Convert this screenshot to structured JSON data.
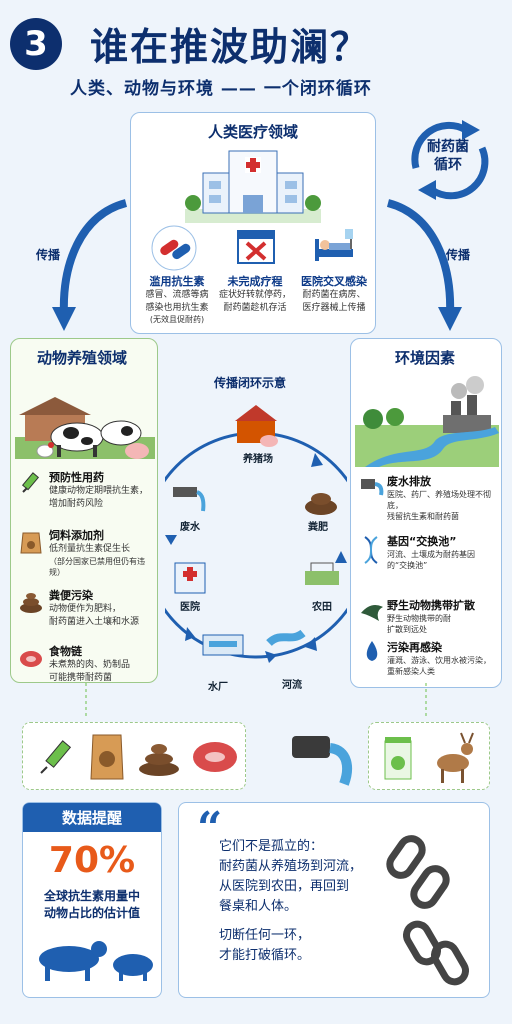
{
  "header": {
    "number": "3",
    "title": "谁在推波助澜？",
    "subtitle": "人类、动物与环境 —— 一个闭环循环"
  },
  "cycle_badge": {
    "line1": "耐药菌",
    "line2": "循环"
  },
  "arrows": {
    "left": "传播",
    "right": "传播"
  },
  "human": {
    "title": "人类医疗领域",
    "items": [
      {
        "title": "滥用抗生素",
        "desc1": "感冒、流感等病",
        "desc2": "感染也用抗生素",
        "note": "(无效且促耐药)"
      },
      {
        "title": "未完成疗程",
        "desc1": "症状好转就停药，",
        "desc2": "耐药菌趁机存活"
      },
      {
        "title": "医院交叉感染",
        "desc1": "耐药菌在病房、",
        "desc2": "医疗器械上传播"
      }
    ]
  },
  "animal": {
    "title": "动物养殖领域",
    "items": [
      {
        "title": "预防性用药",
        "desc1": "健康动物定期喂抗生素，",
        "desc2": "增加耐药风险"
      },
      {
        "title": "饲料添加剂",
        "desc1": "低剂量抗生素促生长",
        "desc2": "（部分国家已禁用但仍有违规）"
      },
      {
        "title": "粪便污染",
        "desc1": "动物便作为肥料，",
        "desc2": "耐药菌进入土壤和水源"
      },
      {
        "title": "食物链",
        "desc1": "未煮熟的肉、奶制品",
        "desc2": "可能携带耐药菌"
      }
    ]
  },
  "env": {
    "title": "环境因素",
    "items": [
      {
        "title": "废水排放",
        "desc1": "医院、药厂、养殖场处理不彻底，",
        "desc2": "残留抗生素和耐药菌"
      },
      {
        "title": "基因“交换池”",
        "desc1": "河流、土壤成为耐药基因",
        "desc2": "的“交换池”"
      },
      {
        "title": "野生动物携带扩散",
        "desc1": "野生动物携带的耐",
        "desc2": "扩散到远处"
      },
      {
        "title": "污染再感染",
        "desc1": "灌溉、游泳、饮用水被污染，",
        "desc2": "重新感染人类"
      }
    ]
  },
  "loop": {
    "title": "传播闭环示意",
    "nodes": [
      "养猪场",
      "粪肥",
      "农田",
      "河流",
      "水厂",
      "医院",
      "废水"
    ]
  },
  "data_box": {
    "head": "数据提醒",
    "value": "70%",
    "line1": "全球抗生素用量中",
    "line2": "动物占比的估计值"
  },
  "quote": {
    "mark": "“",
    "line1": "它们不是孤立的：",
    "line2": "耐药菌从养殖场到河流，",
    "line3": "从医院到农田，再回到",
    "line4": "餐桌和人体。",
    "line5": "切断任何一环，",
    "line6": "才能打破循环。"
  }
}
